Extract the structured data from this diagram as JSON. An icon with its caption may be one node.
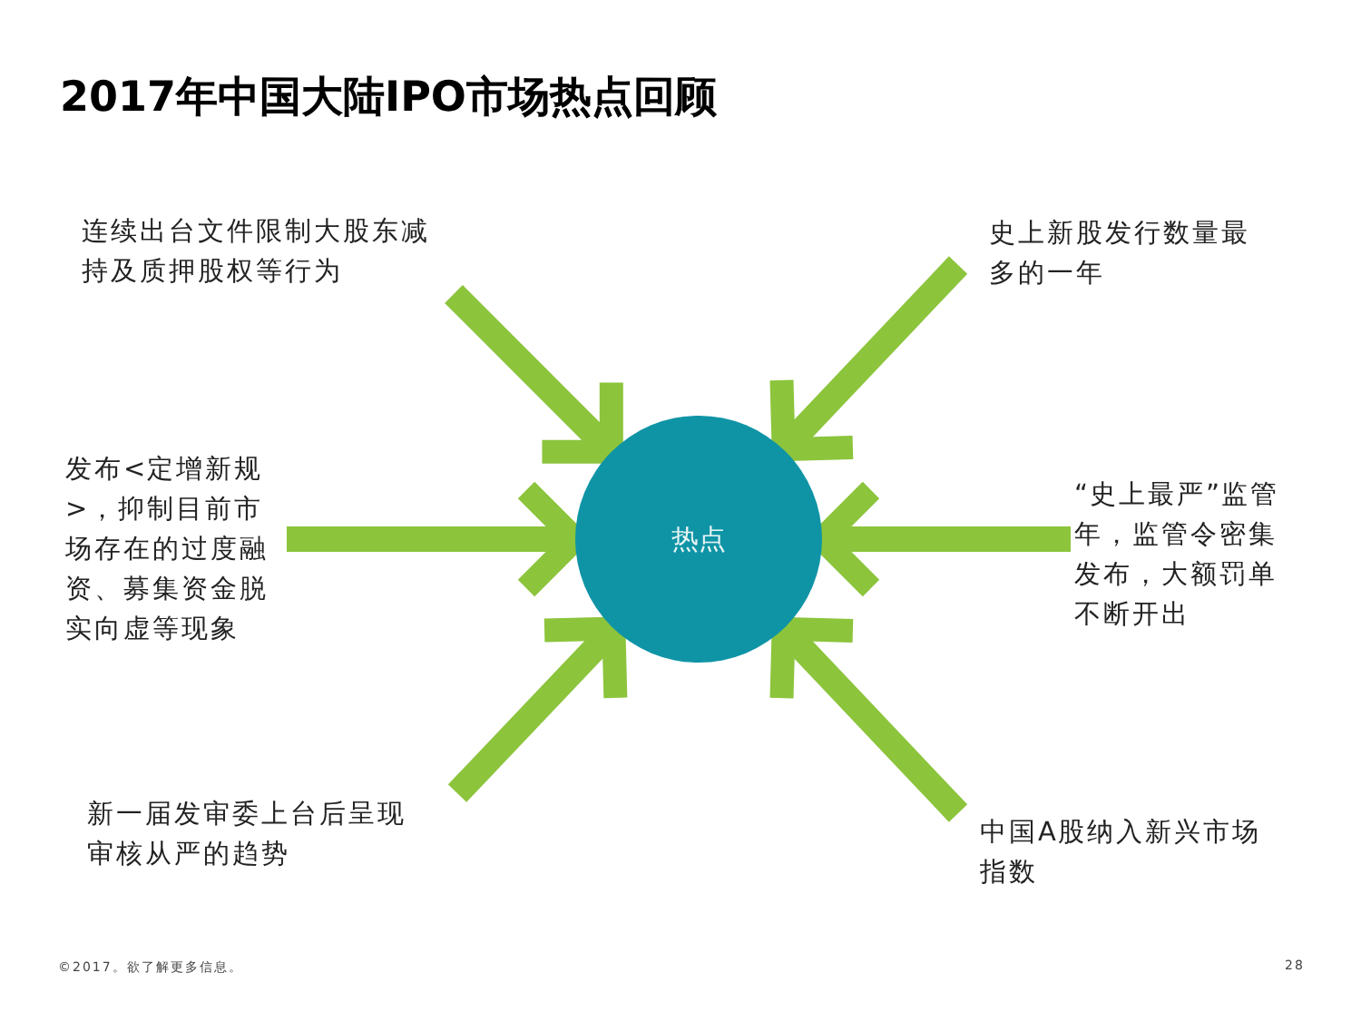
{
  "diagram": {
    "title": "2017年中国大陆IPO市场热点回顾",
    "nodes": [
      {
        "text": [
          "连续出台文件限制大股东减持及质押股权等行为"
        ]
      },
      {
        "text": [
          "史上新股发行数量最多的一年"
        ]
      },
      {
        "text": [
          "发布<定增新规>，抑制目前市场存在的过度融资、募集资金脱实向虚等现象"
        ]
      },
      {
        "text": [
          "“史上最严”监管年，监管令密集发布，大额罚单不断开出"
        ]
      },
      {
        "text": [
          "新一届发审委上台后呈现审核从严的趋势"
        ]
      },
      {
        "text": [
          "中国A股纳入新兴市场指数"
        ]
      },
      {
        "text": [
          "热点"
        ]
      }
    ],
    "edges": [
      {
        "from": 0,
        "to": 6,
        "arrow": "to"
      },
      {
        "from": 1,
        "to": 6,
        "arrow": "to"
      },
      {
        "from": 2,
        "to": 6,
        "arrow": "to"
      },
      {
        "from": 3,
        "to": 6,
        "arrow": "to"
      },
      {
        "from": 4,
        "to": 6,
        "arrow": "to"
      },
      {
        "from": 5,
        "to": 6,
        "arrow": "to"
      }
    ],
    "labels": [
      "©2017。欲了解更多信息。",
      "28"
    ]
  }
}
